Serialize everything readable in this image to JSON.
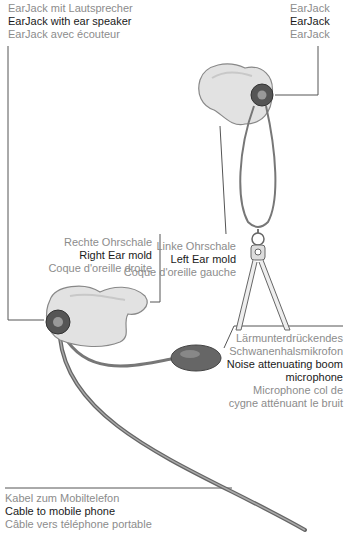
{
  "diagram": {
    "labels": [
      "EarJack mit Lautsprecher",
      "EarJack with ear speaker",
      "EarJack avec écouteur",
      "EarJack",
      "EarJack",
      "EarJack",
      "Rechte Ohrschale",
      "Right Ear mold",
      "Coque d'oreille droite",
      "Linke Ohrschale",
      "Left Ear mold",
      "Coque d'oreille gauche",
      "Lärmunterdrückendes Schwanenhalsmikrofon",
      "Noise attenuating boom microphone",
      "Microphone col de cygne atténuant le bruit",
      "Kabel zum Mobiltelefon",
      "Cable to mobile phone",
      "Câble vers téléphone portable"
    ]
  }
}
